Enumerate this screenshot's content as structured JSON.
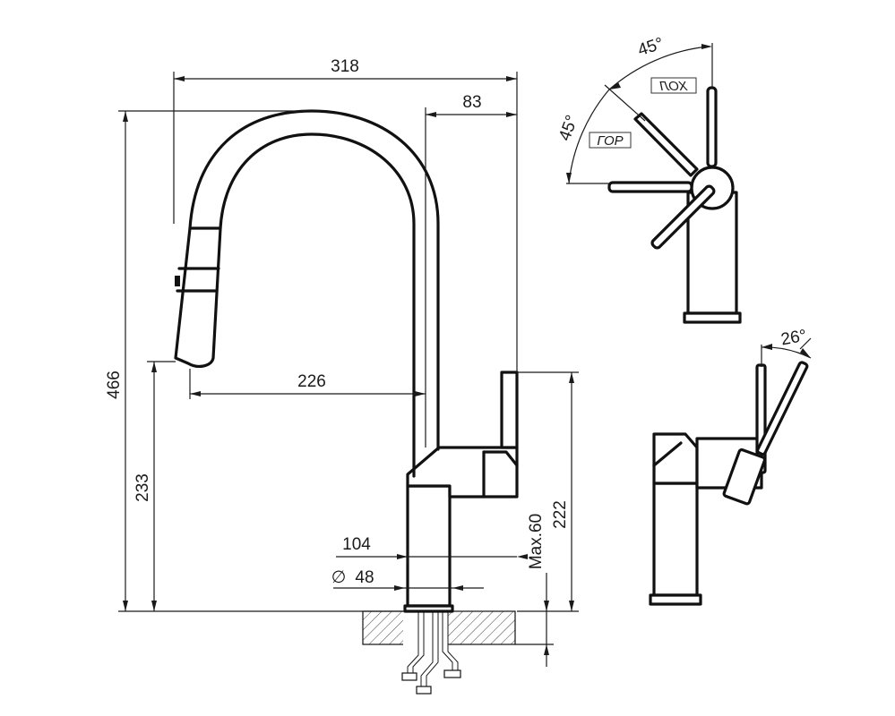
{
  "dimensions": {
    "top_width": "318",
    "spout_offset": "83",
    "reach": "226",
    "total_height": "466",
    "outlet_height": "233",
    "body_height": "222",
    "max_thickness": "Max.60",
    "base_width": "104",
    "hole_diameter": "48",
    "diameter_symbol": "∅"
  },
  "top_view": {
    "angle_hot": "45°",
    "angle_cold": "45°",
    "label_hot": "ХОЛ",
    "label_cold": "ГОР"
  },
  "side_view": {
    "tilt_angle": "26°"
  }
}
